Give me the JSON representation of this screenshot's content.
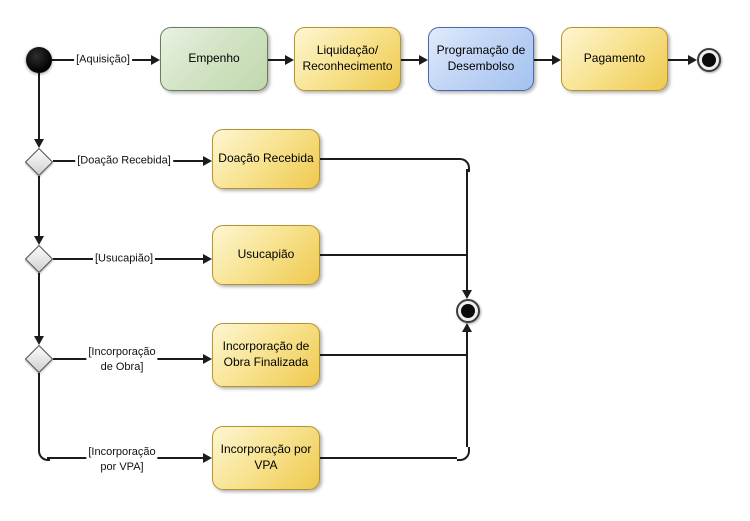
{
  "diagram": {
    "type": "uml-activity-diagram",
    "nodes": {
      "start": {
        "name": "initial-node"
      },
      "empenho": {
        "label": "Empenho",
        "color": "green"
      },
      "liquidacao": {
        "label": "Liquidação/\nReconhecimento",
        "color": "yellow"
      },
      "programacao": {
        "label": "Programação de\nDesembolso",
        "color": "blue"
      },
      "pagamento": {
        "label": "Pagamento",
        "color": "yellow"
      },
      "doacao_recebida": {
        "label": "Doação Recebida",
        "color": "yellow"
      },
      "usucapiao": {
        "label": "Usucapião",
        "color": "yellow"
      },
      "incorporacao_obra": {
        "label": "Incorporação de\nObra Finalizada",
        "color": "yellow"
      },
      "incorporacao_vpa": {
        "label": "Incorporação por\nVPA",
        "color": "yellow"
      },
      "end_main": {
        "name": "final-node"
      },
      "end_merge": {
        "name": "final-node"
      }
    },
    "edge_labels": {
      "aquisicao": "[Aquisição]",
      "doacao_recebida": "[Doação Recebida]",
      "usucapiao": "[Usucapião]",
      "incorporacao_obra": "[Incorporação\nde Obra]",
      "incorporacao_vpa": "[Incorporação\npor VPA]"
    },
    "colors": {
      "background": "#ffffff",
      "line": "#1c1c1c",
      "green_fill_top": "#e9f2e3",
      "green_fill_bottom": "#c0d8ad",
      "green_border": "#677d5c",
      "yellow_fill_top": "#fdf6d2",
      "yellow_fill_bottom": "#efc94f",
      "yellow_border": "#b5952f",
      "blue_fill_top": "#e0eafb",
      "blue_fill_bottom": "#a3c2ef",
      "blue_border": "#4568ae",
      "decision_fill": "#e6e6e6",
      "decision_border": "#4c4c4c",
      "text": "#000000"
    }
  }
}
